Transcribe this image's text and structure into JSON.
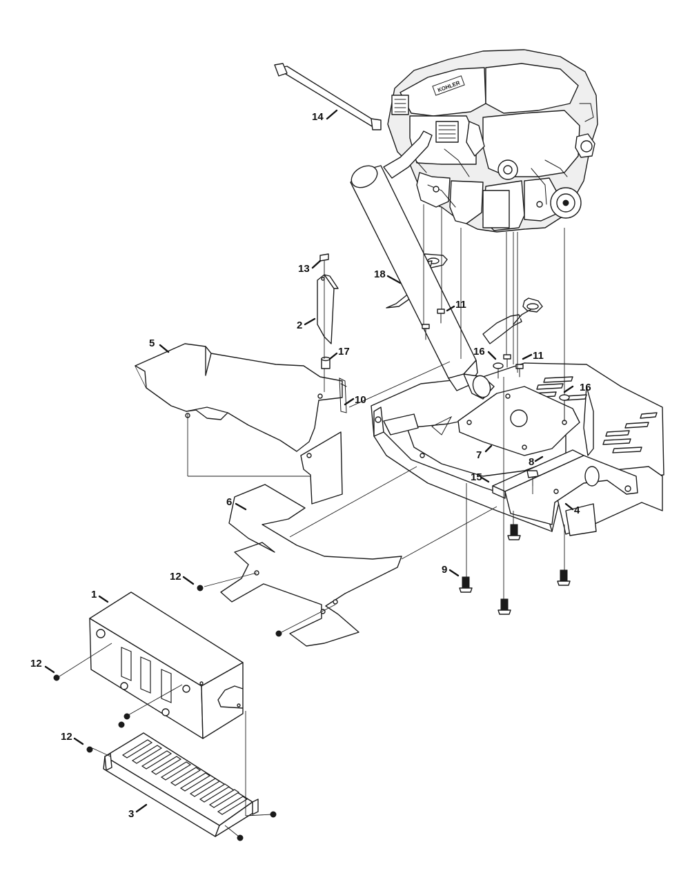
{
  "diagram": {
    "callouts": [
      {
        "id": "c1",
        "label": "1"
      },
      {
        "id": "c2",
        "label": "2"
      },
      {
        "id": "c3",
        "label": "3"
      },
      {
        "id": "c4",
        "label": "4"
      },
      {
        "id": "c5",
        "label": "5"
      },
      {
        "id": "c6",
        "label": "6"
      },
      {
        "id": "c7",
        "label": "7"
      },
      {
        "id": "c8",
        "label": "8"
      },
      {
        "id": "c9",
        "label": "9"
      },
      {
        "id": "c10",
        "label": "10"
      },
      {
        "id": "c11a",
        "label": "11"
      },
      {
        "id": "c11b",
        "label": "11"
      },
      {
        "id": "c12a",
        "label": "12"
      },
      {
        "id": "c12b",
        "label": "12"
      },
      {
        "id": "c12c",
        "label": "12"
      },
      {
        "id": "c13",
        "label": "13"
      },
      {
        "id": "c14",
        "label": "14"
      },
      {
        "id": "c15",
        "label": "15"
      },
      {
        "id": "c16a",
        "label": "16"
      },
      {
        "id": "c16b",
        "label": "16"
      },
      {
        "id": "c17",
        "label": "17"
      },
      {
        "id": "c18",
        "label": "18"
      }
    ],
    "engine_brand": "KOHLER",
    "colors": {
      "line": "#1a1a1a",
      "background": "#ffffff",
      "shade": "#efefef"
    }
  }
}
